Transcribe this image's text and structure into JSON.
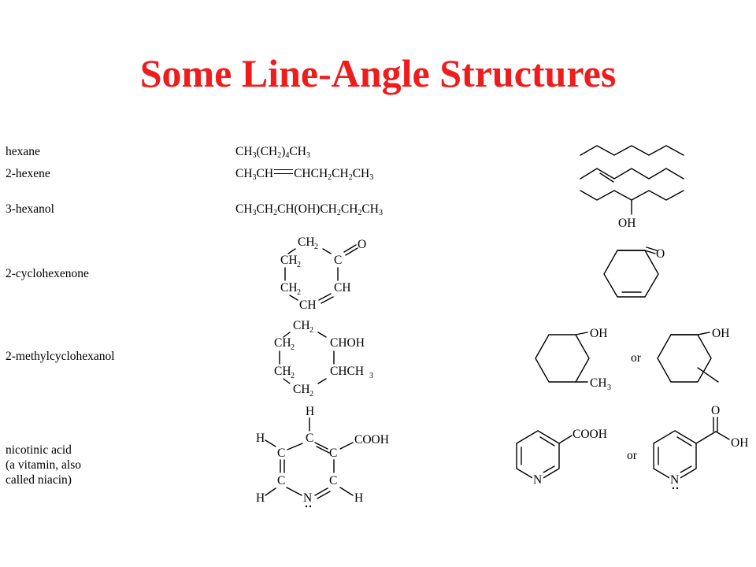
{
  "title": "Some Line-Angle Structures",
  "compounds": {
    "hexane": {
      "name": "hexane"
    },
    "hexene": {
      "name": "2-hexene"
    },
    "hexanol": {
      "name": "3-hexanol",
      "oh": "OH"
    },
    "cyclohexenone": {
      "name": "2-cyclohexenone",
      "o": "O"
    },
    "methylcyclohexanol": {
      "name": "2-methylcyclohexanol",
      "oh": "OH",
      "ch3": "CH",
      "ch3_sub": "3",
      "or": "or"
    },
    "nicotinic": {
      "name_lines": [
        "nicotinic acid",
        "(a vitamin, also",
        "called niacin)"
      ],
      "n": "N",
      "cooh": "COOH",
      "o": "O",
      "oh": "OH",
      "or": "or"
    }
  },
  "expanded": {
    "cyclohexenone": {
      "ch2": "CH",
      "sub2": "2",
      "c": "C",
      "ch": "CH",
      "o": "O"
    },
    "methylcyclohexanol": {
      "ch2": "CH",
      "sub2": "2",
      "chohh": "CHOH",
      "chch3": "CHCH",
      "sub3": "3"
    },
    "nicotinic": {
      "h": "H",
      "c": "C",
      "n": "N",
      "cooh": "COOH"
    }
  }
}
